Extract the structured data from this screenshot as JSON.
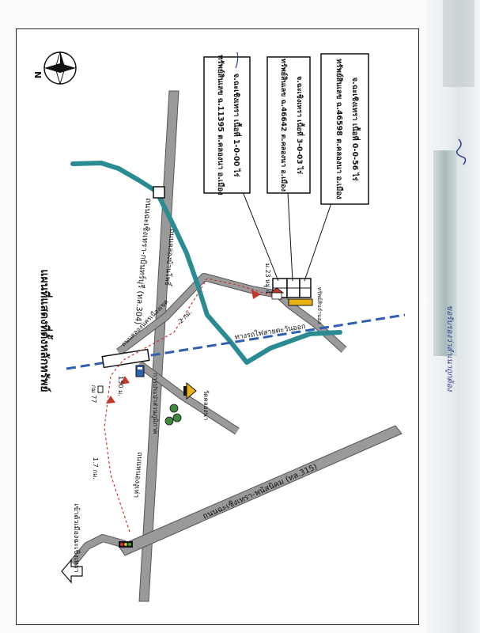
{
  "map": {
    "title": "แผนที่แสดงที่ตั้งหลักทรัพย์",
    "compass": "N",
    "roads": {
      "chachoengsao_kabinburi": "ถนนฉะเชิงเทรา-กบินทร์บุรี (ทล.304)",
      "chachoengsao_phanom_sarakham": "ถนนฉะเชิงเทรา-พนัสนิคม (ทล.315)",
      "khlong_ban_pho": "ถนนคลองบ้านโพธิ์",
      "khlong_nakhon_nueang": "ถนนคลองนครเนื่องเขต",
      "ban_nong_ngu_hao": "ถนนหนองงูเห่า",
      "turn_to_chachoengsao": "เข้าตัวเมืองฉะเชิงเทรา"
    },
    "distances": {
      "km77": "กม 77",
      "d1_7": "1.7 กม.",
      "d150": "150 ม.",
      "d2": "2 กม."
    },
    "landmarks": {
      "railway": "ทางรถไฟสายตะวันออก",
      "pea": "การประปาส่วนภูมิภาค",
      "temple": "วัดคลองนา",
      "village": "ม.23 หมู่ 4",
      "property_label": "ทรัพย์สินจำนอง"
    },
    "properties": [
      {
        "line1": "ทรัพย์สินเลข ฉ.11395 ต.คลองนา อ.เมือง",
        "line2": "จ.ฉะเชิงเทรา เนื้อที่ 1-0-00 ไร่"
      },
      {
        "line1": "ทรัพย์สินเลข ฉ.46642 ต.คลองนา อ.เมือง",
        "line2": "จ.ฉะเชิงเทรา เนื้อที่ 3-0-03 ไร่"
      },
      {
        "line1": "ทรัพย์สินเลข ฉ.46598 ต.คลองนา อ.เมือง",
        "line2": "จ.ฉะเชิงเทรา เนื้อที่ 0-0-56 ไร่"
      }
    ],
    "signature_note": "ขอรับรองว่าสำเนาถูกต้อง",
    "colors": {
      "road_fill": "#9a9a9a",
      "road_edge": "#555555",
      "canal": "#2a8b93",
      "railway": "#2f5fb0",
      "route": "#c0392b",
      "ink": "#111111"
    }
  }
}
